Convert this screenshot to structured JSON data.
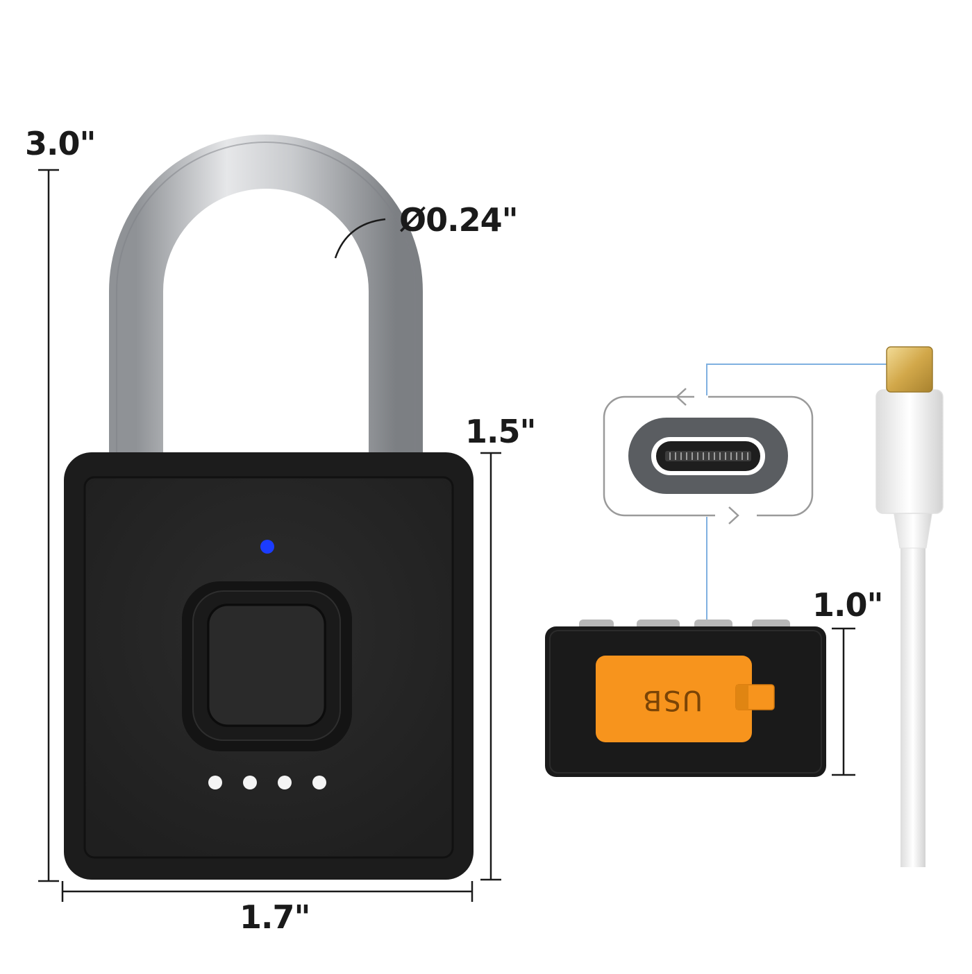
{
  "dimensions": {
    "total_height": "3.0\"",
    "shackle_diameter": "Ø0.24\"",
    "body_height": "1.5\"",
    "body_width": "1.7\"",
    "side_height": "1.0\""
  },
  "usb_cover_label": "USB",
  "colors": {
    "lock_body": "#1c1c1c",
    "lock_face": "#262626",
    "shackle": "#b9bcc0",
    "usb_cover": "#f7941d",
    "indicator_led": "#1b3cff",
    "annotation_line": "#7fb0e0",
    "dimension_line": "#1a1a1a",
    "callout_outline": "#9a9a9a",
    "cable": "#f2f2f2",
    "usb_c_tip": "#d9b25a"
  },
  "icons": [
    "fingerprint-sensor-icon",
    "usb-c-port-icon",
    "rotate-arrows-icon",
    "usb-c-connector-icon"
  ]
}
